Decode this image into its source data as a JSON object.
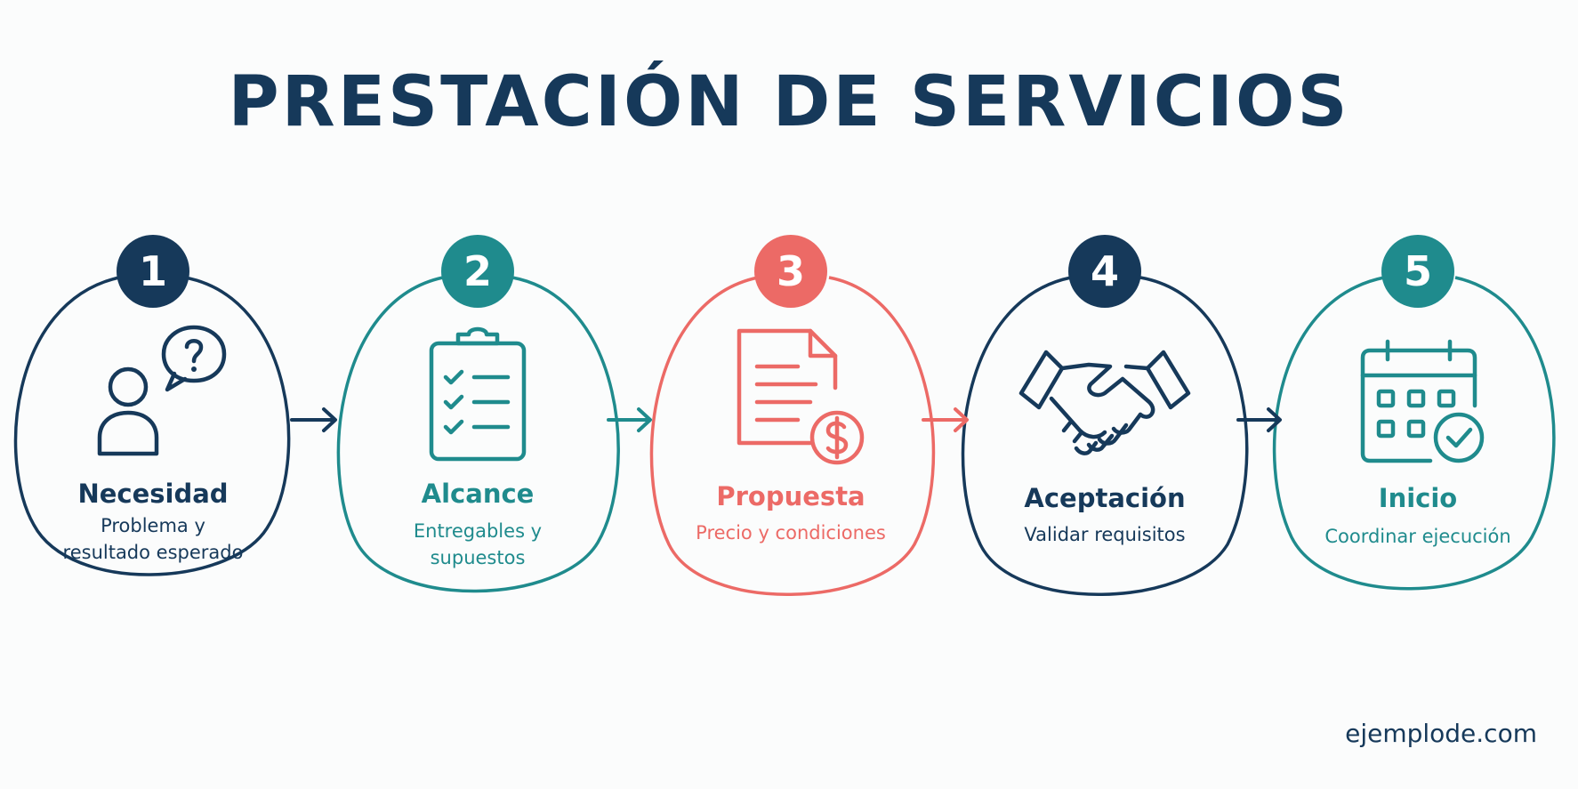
{
  "title": "PRESTACIÓN DE SERVICIOS",
  "colors": {
    "navy": "#16395a",
    "teal": "#1f8b8d",
    "coral": "#ec6a66"
  },
  "steps": [
    {
      "number": "1",
      "label": "Necesidad",
      "sub_lines": [
        "Problema y",
        "resultado esperado"
      ],
      "color": "navy",
      "icon": "person-question-icon"
    },
    {
      "number": "2",
      "label": "Alcance",
      "sub_lines": [
        "Entregables y",
        "supuestos"
      ],
      "color": "teal",
      "icon": "checklist-clipboard-icon"
    },
    {
      "number": "3",
      "label": "Propuesta",
      "sub_lines": [
        "Precio y condiciones"
      ],
      "color": "coral",
      "icon": "document-dollar-icon"
    },
    {
      "number": "4",
      "label": "Aceptación",
      "sub_lines": [
        "Validar requisitos"
      ],
      "color": "navy",
      "icon": "handshake-icon"
    },
    {
      "number": "5",
      "label": "Inicio",
      "sub_lines": [
        "Coordinar ejecución"
      ],
      "color": "teal",
      "icon": "calendar-check-icon"
    }
  ],
  "brand": "ejemplode.com"
}
